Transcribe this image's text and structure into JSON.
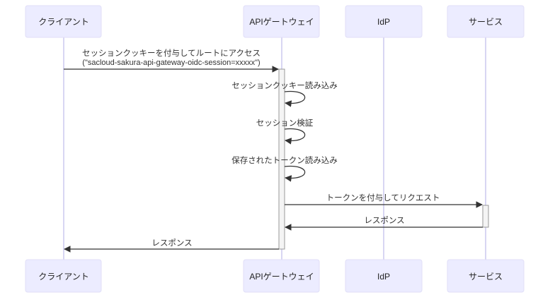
{
  "diagram": {
    "type": "sequence",
    "participants": [
      {
        "id": "client",
        "label": "クライアント"
      },
      {
        "id": "gateway",
        "label": "APIゲートウェイ"
      },
      {
        "id": "idp",
        "label": "IdP"
      },
      {
        "id": "service",
        "label": "サービス"
      }
    ],
    "messages": [
      {
        "from": "client",
        "to": "gateway",
        "lines": [
          "セッションクッキーを付与してルートにアクセス",
          "(\"sacloud-sakura-api-gateway-oidc-session=xxxxx\")"
        ],
        "style": "solid"
      },
      {
        "from": "gateway",
        "to": "gateway",
        "lines": [
          "セッションクッキー読み込み"
        ],
        "style": "self"
      },
      {
        "from": "gateway",
        "to": "gateway",
        "lines": [
          "セッション検証"
        ],
        "style": "self"
      },
      {
        "from": "gateway",
        "to": "gateway",
        "lines": [
          "保存されたトークン読み込み"
        ],
        "style": "self"
      },
      {
        "from": "gateway",
        "to": "service",
        "lines": [
          "トークンを付与してリクエスト"
        ],
        "style": "solid"
      },
      {
        "from": "service",
        "to": "gateway",
        "lines": [
          "レスポンス"
        ],
        "style": "solid"
      },
      {
        "from": "gateway",
        "to": "client",
        "lines": [
          "レスポンス"
        ],
        "style": "solid"
      }
    ],
    "colors": {
      "actor_fill": "#ECECFF",
      "actor_border": "#E0DEF7",
      "lifeline": "#D8D6F3",
      "activation_fill": "#F4F4F4",
      "arrow": "#333333"
    }
  }
}
